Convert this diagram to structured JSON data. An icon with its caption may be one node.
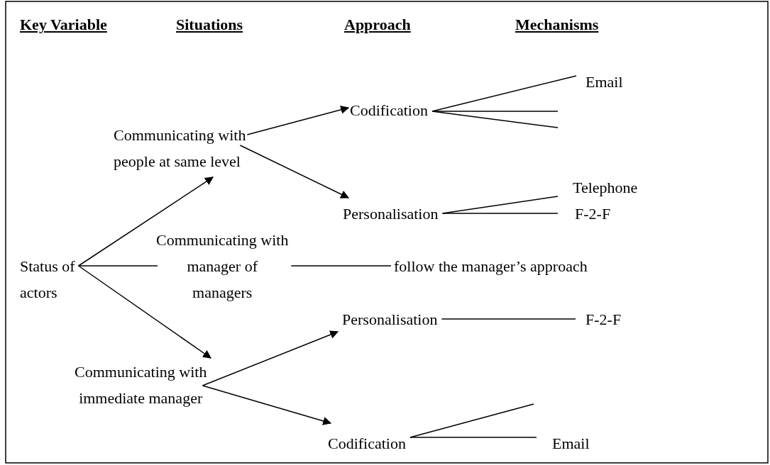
{
  "diagram": {
    "nodes": [
      {
        "text": [
          "Status of actors"
        ]
      },
      {
        "text": [
          "Communicating with people at same level"
        ]
      },
      {
        "text": [
          "Communicating with manager of managers"
        ]
      },
      {
        "text": [
          "Communicating with immediate manager"
        ]
      },
      {
        "text": [
          "Codification"
        ]
      },
      {
        "text": [
          "Personalisation"
        ]
      },
      {
        "text": [
          "follow the manager’s approach"
        ]
      },
      {
        "text": [
          "Personalisation"
        ]
      },
      {
        "text": [
          "Codification"
        ]
      },
      {
        "text": [
          "Email"
        ]
      },
      {
        "text": [
          "Telephone"
        ]
      },
      {
        "text": [
          "F-2-F"
        ]
      },
      {
        "text": [
          "F-2-F"
        ]
      },
      {
        "text": [
          "Email"
        ]
      }
    ],
    "edges": [
      {
        "from": 0,
        "to": 1,
        "arrow": "to"
      },
      {
        "from": 0,
        "to": 2,
        "arrow": "none"
      },
      {
        "from": 0,
        "to": 3,
        "arrow": "to"
      },
      {
        "from": 1,
        "to": 4,
        "arrow": "to"
      },
      {
        "from": 1,
        "to": 5,
        "arrow": "to"
      },
      {
        "from": 2,
        "to": 6,
        "arrow": "none"
      },
      {
        "from": 3,
        "to": 7,
        "arrow": "to"
      },
      {
        "from": 3,
        "to": 8,
        "arrow": "to"
      },
      {
        "from": 4,
        "to": 9,
        "arrow": "none"
      },
      {
        "from": 4,
        "to": null,
        "arrow": "none"
      },
      {
        "from": 4,
        "to": null,
        "arrow": "none"
      },
      {
        "from": 5,
        "to": 10,
        "arrow": "none"
      },
      {
        "from": 5,
        "to": 11,
        "arrow": "none"
      },
      {
        "from": 7,
        "to": 12,
        "arrow": "none"
      },
      {
        "from": 8,
        "to": null,
        "arrow": "none"
      },
      {
        "from": 8,
        "to": 13,
        "arrow": "none"
      }
    ],
    "labels": [
      "Key Variable",
      "Situations",
      "Approach",
      "Mechanisms"
    ]
  }
}
